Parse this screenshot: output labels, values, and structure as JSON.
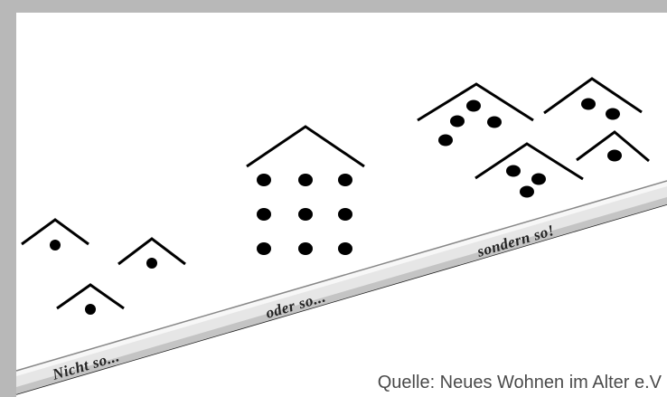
{
  "labels": {
    "not_so": "Nicht so...",
    "or_so": "oder so...",
    "but_so": "sondern so!"
  },
  "source": "Quelle: Neues Wohnen im Alter e.V",
  "colors": {
    "page_bg": "#f4f4f4",
    "border": "#b8b8b8",
    "canvas": "#ffffff",
    "ink": "#000000",
    "ramp_top": "#f2f2f2",
    "ramp_shade": "#c8c8c8",
    "source_text": "#4a4a4a"
  }
}
